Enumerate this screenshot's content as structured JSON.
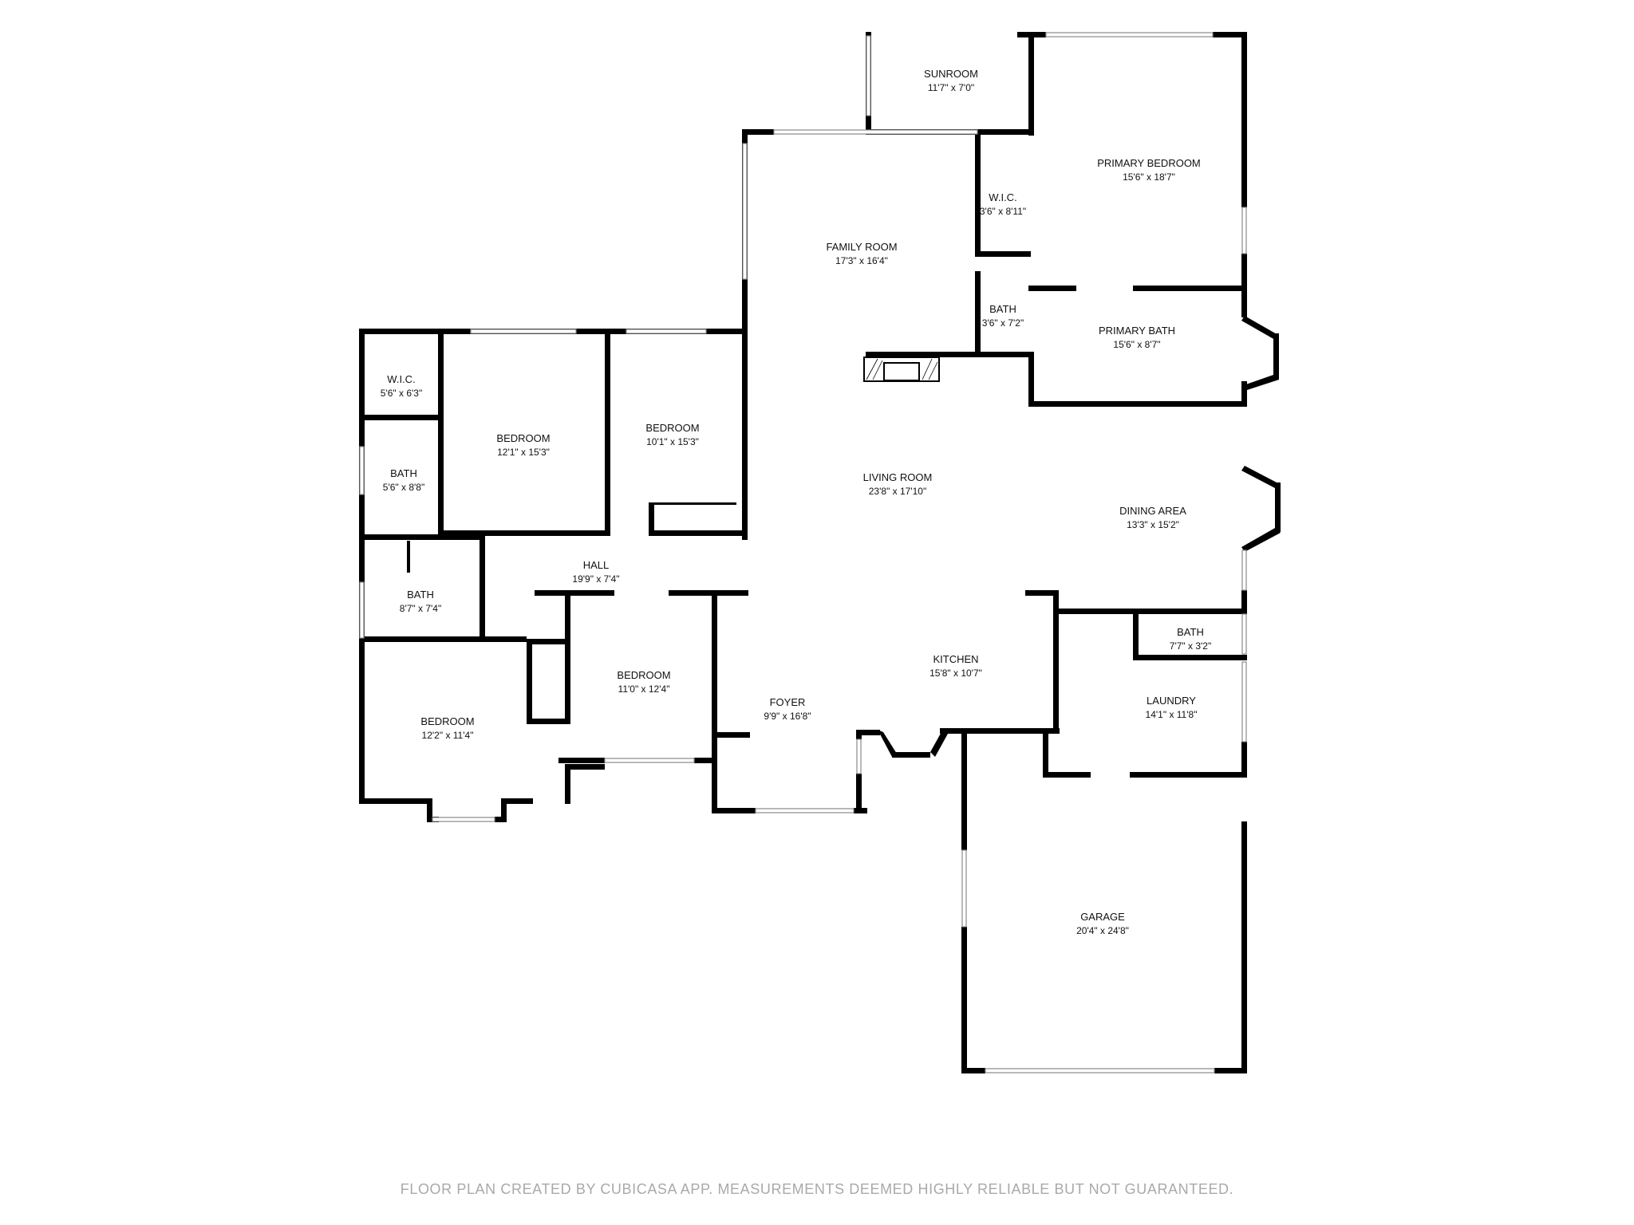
{
  "disclaimer": "FLOOR PLAN CREATED BY CUBICASA APP. MEASUREMENTS DEEMED HIGHLY RELIABLE BUT NOT GUARANTEED.",
  "colors": {
    "wall": "#000000",
    "window": "#8a8a8a",
    "text": "#111111",
    "disclaimer": "#a9a9a9",
    "background": "#ffffff"
  },
  "rooms": [
    {
      "id": "sunroom",
      "name": "SUNROOM",
      "dims": "11'7\" x 7'0\""
    },
    {
      "id": "primary-bedroom",
      "name": "PRIMARY BEDROOM",
      "dims": "15'6\" x 18'7\""
    },
    {
      "id": "wic-primary",
      "name": "W.I.C.",
      "dims": "3'6\" x 8'11\""
    },
    {
      "id": "family-room",
      "name": "FAMILY ROOM",
      "dims": "17'3\" x 16'4\""
    },
    {
      "id": "bath-primary-small",
      "name": "BATH",
      "dims": "3'6\" x 7'2\""
    },
    {
      "id": "primary-bath",
      "name": "PRIMARY BATH",
      "dims": "15'6\" x 8'7\""
    },
    {
      "id": "wic-west",
      "name": "W.I.C.",
      "dims": "5'6\" x 6'3\""
    },
    {
      "id": "bedroom-west",
      "name": "BEDROOM",
      "dims": "12'1\" x 15'3\""
    },
    {
      "id": "bedroom-north",
      "name": "BEDROOM",
      "dims": "10'1\" x 15'3\""
    },
    {
      "id": "bath-west",
      "name": "BATH",
      "dims": "5'6\" x 8'8\""
    },
    {
      "id": "living-room",
      "name": "LIVING ROOM",
      "dims": "23'8\" x 17'10\""
    },
    {
      "id": "dining-area",
      "name": "DINING AREA",
      "dims": "13'3\" x 15'2\""
    },
    {
      "id": "hall",
      "name": "HALL",
      "dims": "19'9\" x 7'4\""
    },
    {
      "id": "bath-hall",
      "name": "BATH",
      "dims": "8'7\" x 7'4\""
    },
    {
      "id": "bath-laundry",
      "name": "BATH",
      "dims": "7'7\" x 3'2\""
    },
    {
      "id": "kitchen",
      "name": "KITCHEN",
      "dims": "15'8\" x 10'7\""
    },
    {
      "id": "bedroom-south",
      "name": "BEDROOM",
      "dims": "11'0\" x 12'4\""
    },
    {
      "id": "laundry",
      "name": "LAUNDRY",
      "dims": "14'1\" x 11'8\""
    },
    {
      "id": "foyer",
      "name": "FOYER",
      "dims": "9'9\" x 16'8\""
    },
    {
      "id": "bedroom-southwest",
      "name": "BEDROOM",
      "dims": "12'2\" x 11'4\""
    },
    {
      "id": "garage",
      "name": "GARAGE",
      "dims": "20'4\" x 24'8\""
    }
  ]
}
